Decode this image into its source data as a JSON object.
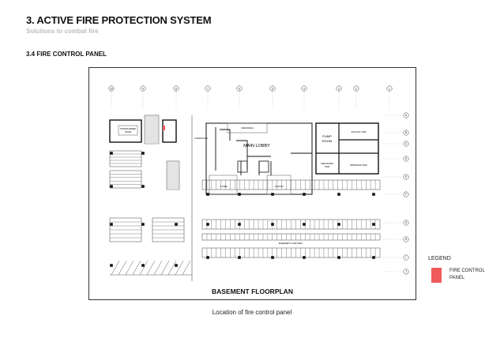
{
  "header": {
    "title": "3. ACTIVE FIRE PROTECTION SYSTEM",
    "subtitle": "Solutions to combat fire",
    "section": "3.4 FIRE CONTROL PANEL"
  },
  "floorplan": {
    "title": "BASEMENT FLOORPLAN",
    "column_labels": [
      "10",
      "9",
      "8",
      "7",
      "6",
      "5",
      "4",
      "3",
      "2",
      "1"
    ],
    "row_labels": [
      "A",
      "B",
      "C",
      "D",
      "E",
      "F",
      "G",
      "H",
      "I",
      "J"
    ],
    "rooms": {
      "main_lobby": "MAIN LOBBY",
      "pump_room_1": "PUMP",
      "pump_room_2": "ROOM",
      "suction_tank": "SUCTION TANK",
      "sprinkler_tank": "SPRINKLER TANK",
      "fire_water_tank_1": "FIRE WATER",
      "fire_water_tank_2": "TANK",
      "loading_bay": "LOADING BAY",
      "verandah": "VERANDAH",
      "stores": "STORE",
      "janitor": "JANITOR",
      "car_park": "BASEMENT CAR PARK",
      "control_room_1": "TRANSFORMER",
      "control_room_2": "ROOM"
    },
    "accent_color": "#ef5a5a"
  },
  "caption": "Location of fire control panel",
  "legend": {
    "title": "LEGEND",
    "item_label": "FIRE CONTROL PANEL",
    "item_color": "#ef5a5a"
  }
}
